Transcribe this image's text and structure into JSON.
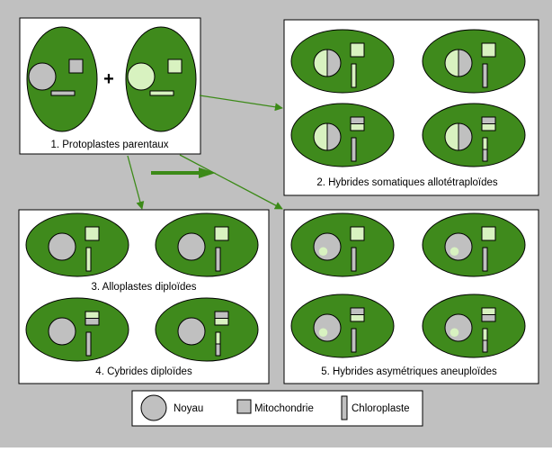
{
  "panels": {
    "parental": {
      "label": "1. Protoplastes parentaux"
    },
    "somatic": {
      "label": "2. Hybrides somatiques allotétraploïdes"
    },
    "alloplasts": {
      "label": "3. Alloplastes diploïdes"
    },
    "cybrids": {
      "label": "4. Cybrides diploïdes"
    },
    "asymmetric": {
      "label": "5. Hybrides asymétriques aneuploïdes"
    }
  },
  "plus_sign": "+",
  "legend": {
    "nucleus": "Noyau",
    "mitochondrion": "Mitochondrie",
    "chloroplast": "Chloroplaste"
  },
  "colors": {
    "background": "#c0c0c0",
    "cell": "#3f8a1c",
    "parent_a": "#c0c0c0",
    "parent_b": "#d8f2c0",
    "arrow": "#3c8a18"
  }
}
